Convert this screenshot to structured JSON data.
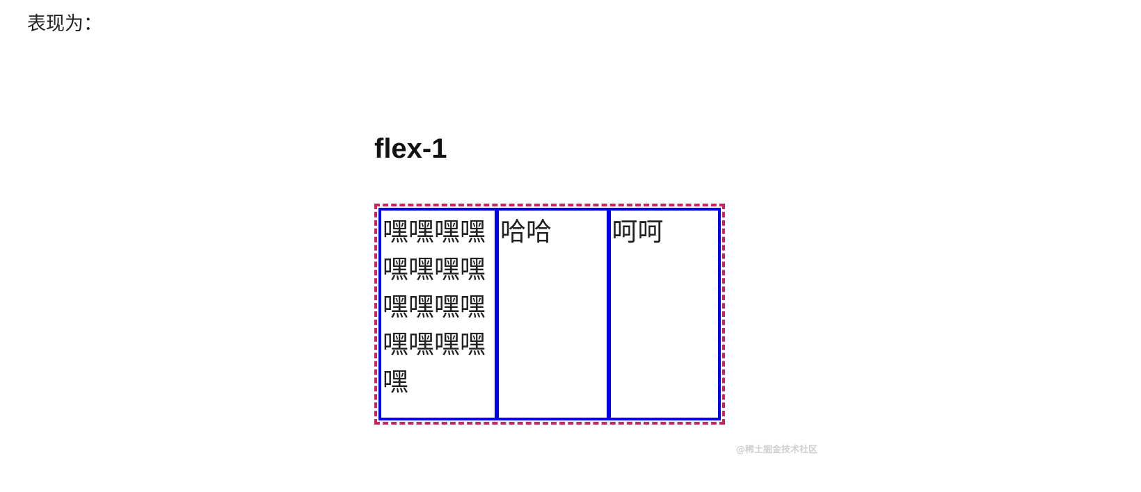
{
  "intro": "表现为：",
  "figure": {
    "heading": "flex-1",
    "columns": [
      {
        "text": "嘿嘿嘿嘿嘿嘿嘿嘿嘿嘿嘿嘿嘿嘿嘿嘿嘿"
      },
      {
        "text": "哈哈"
      },
      {
        "text": "呵呵"
      }
    ],
    "watermark": "@稀土掘金技术社区"
  },
  "colors": {
    "outer_border": "#c8265a",
    "inner_border": "#0000ee"
  }
}
